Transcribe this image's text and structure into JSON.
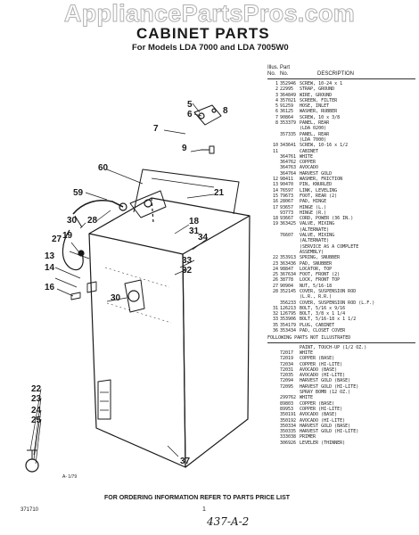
{
  "watermark": "AppliancePartsPros.com",
  "title": "CABINET PARTS",
  "subtitle": "For Models LDA 7000 and LDA 7005W0",
  "parts_header": {
    "illus": "Illus.",
    "no": "No.",
    "part": "Part",
    "part_no": "No.",
    "description": "DESCRIPTION"
  },
  "parts": [
    {
      "ill": "1",
      "pn": "352946",
      "desc": "SCREW, 10-24 x 1"
    },
    {
      "ill": "2",
      "pn": "22995",
      "desc": "STRAP, GROUND"
    },
    {
      "ill": "3",
      "pn": "364849",
      "desc": "WIRE, GROUND"
    },
    {
      "ill": "4",
      "pn": "357021",
      "desc": "SCREEN, FILTER"
    },
    {
      "ill": "5",
      "pn": "91259",
      "desc": "HOSE, INLET"
    },
    {
      "ill": "6",
      "pn": "36125",
      "desc": "WASHER, RUBBER"
    },
    {
      "ill": "7",
      "pn": "90864",
      "desc": "SCREW, 10 x 3/8"
    },
    {
      "ill": "8",
      "pn": "353379",
      "desc": "PANEL, REAR"
    },
    {
      "ill": "",
      "pn": "",
      "desc": "(LDA 0200)"
    },
    {
      "ill": "",
      "pn": "357335",
      "desc": "PANEL, REAR"
    },
    {
      "ill": "",
      "pn": "",
      "desc": "(LDA 7000)"
    },
    {
      "ill": "10",
      "pn": "343641",
      "desc": "SCREW, 10-16 x 1/2"
    },
    {
      "ill": "11",
      "pn": "",
      "desc": "CABINET"
    },
    {
      "ill": "",
      "pn": "364761",
      "desc": "WHITE"
    },
    {
      "ill": "",
      "pn": "364762",
      "desc": "COPPER"
    },
    {
      "ill": "",
      "pn": "364763",
      "desc": "AVOCADO"
    },
    {
      "ill": "",
      "pn": "364764",
      "desc": "HARVEST GOLD"
    },
    {
      "ill": "12",
      "pn": "98411",
      "desc": "WASHER, FRICTION"
    },
    {
      "ill": "13",
      "pn": "90470",
      "desc": "PIN, KNURLED"
    },
    {
      "ill": "14",
      "pn": "76597",
      "desc": "LINK, LEVELING"
    },
    {
      "ill": "15",
      "pn": "79673",
      "desc": "FOOT, REAR (2)"
    },
    {
      "ill": "16",
      "pn": "28067",
      "desc": "PAD, HINGE"
    },
    {
      "ill": "17",
      "pn": "93657",
      "desc": "HINGE (L.)"
    },
    {
      "ill": "",
      "pn": "93773",
      "desc": "HINGE (R.)"
    },
    {
      "ill": "18",
      "pn": "93667",
      "desc": "CORD, POWER (36 IN.)"
    },
    {
      "ill": "19",
      "pn": "363425",
      "desc": "VALVE, MIXING"
    },
    {
      "ill": "",
      "pn": "",
      "desc": "(ALTERNATE)"
    },
    {
      "ill": "",
      "pn": "76607",
      "desc": "VALVE, MIXING"
    },
    {
      "ill": "",
      "pn": "",
      "desc": "(ALTERNATE)"
    },
    {
      "ill": "",
      "pn": "",
      "desc": "(SERVICE AS A COMPLETE"
    },
    {
      "ill": "",
      "pn": "",
      "desc": "ASSEMBLY)"
    },
    {
      "ill": "22",
      "pn": "353913",
      "desc": "SPRING, SNUBBER"
    },
    {
      "ill": "23",
      "pn": "363436",
      "desc": "PAD, SNUBBER"
    },
    {
      "ill": "24",
      "pn": "98847",
      "desc": "LOCATOR, TOP"
    },
    {
      "ill": "25",
      "pn": "367634",
      "desc": "FOOT, FRONT (2)"
    },
    {
      "ill": "26",
      "pn": "38778",
      "desc": "LOCK, FRONT TOP"
    },
    {
      "ill": "27",
      "pn": "90904",
      "desc": "NUT, 5/16-18"
    },
    {
      "ill": "28",
      "pn": "352145",
      "desc": "COVER, SUSPENSION ROD"
    },
    {
      "ill": "",
      "pn": "",
      "desc": "(L.R., R.R.)"
    },
    {
      "ill": "",
      "pn": "356233",
      "desc": "COVER, SUSPENSION ROD (L.F.)"
    },
    {
      "ill": "31",
      "pn": "126213",
      "desc": "BOLT, 5/16 x 9/16"
    },
    {
      "ill": "32",
      "pn": "126795",
      "desc": "BOLT, 3/8 x 1 1/4"
    },
    {
      "ill": "33",
      "pn": "353906",
      "desc": "BOLT, 5/16-18 x 1 1/2"
    },
    {
      "ill": "35",
      "pn": "354179",
      "desc": "PLUG, CABINET"
    },
    {
      "ill": "36",
      "pn": "353434",
      "desc": "PAD, CLOSET COVER"
    }
  ],
  "not_illustrated_title": "FOLLOWING PARTS NOT ILLUSTRATED",
  "not_illustrated": [
    {
      "pn": "",
      "desc": "PAINT, TOUCH-UP (1/2 OZ.)"
    },
    {
      "pn": "72017",
      "desc": "WHITE"
    },
    {
      "pn": "72019",
      "desc": "COPPER (BASE)"
    },
    {
      "pn": "72034",
      "desc": "COPPER (HI-LITE)"
    },
    {
      "pn": "72031",
      "desc": "AVOCADO (BASE)"
    },
    {
      "pn": "72035",
      "desc": "AVOCADO (HI-LITE)"
    },
    {
      "pn": "72094",
      "desc": "HARVEST GOLD (BASE)"
    },
    {
      "pn": "72095",
      "desc": "HARVEST GOLD (HI-LITE)"
    },
    {
      "pn": "",
      "desc": "SPRAY BOMB (12 OZ.)"
    },
    {
      "pn": "299762",
      "desc": "WHITE"
    },
    {
      "pn": "89803",
      "desc": "COPPER (BASE)"
    },
    {
      "pn": "89953",
      "desc": "COPPER (HI-LITE)"
    },
    {
      "pn": "350191",
      "desc": "AVOCADO (BASE)"
    },
    {
      "pn": "350192",
      "desc": "AVOCADO (HI-LITE)"
    },
    {
      "pn": "350334",
      "desc": "HARVEST GOLD (BASE)"
    },
    {
      "pn": "350335",
      "desc": "HARVEST GOLD (HI-LITE)"
    },
    {
      "pn": "333038",
      "desc": "PRIMER"
    },
    {
      "pn": "306926",
      "desc": "LEVELER (THINNER)"
    }
  ],
  "callouts": [
    "5",
    "6",
    "7",
    "8",
    "9",
    "60",
    "21",
    "59",
    "28",
    "30",
    "19",
    "18",
    "31",
    "27",
    "34",
    "13",
    "14",
    "33",
    "32",
    "16",
    "30",
    "22",
    "23",
    "24",
    "25",
    "37"
  ],
  "figure_code": "A- 1/79",
  "footer_text": "FOR ORDERING INFORMATION REFER TO PARTS PRICE LIST",
  "footer_code": "371710",
  "page_number": "1",
  "handwritten_note": "437-A-2"
}
